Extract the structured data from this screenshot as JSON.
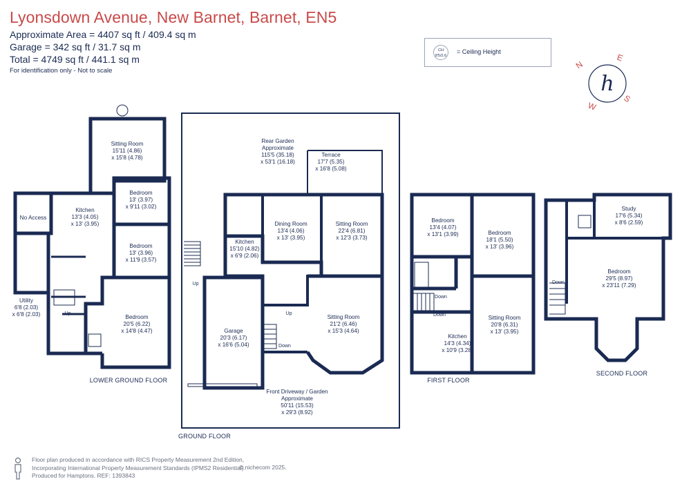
{
  "header": {
    "title": "Lyonsdown Avenue, New Barnet, Barnet, EN5",
    "area_main": "Approximate Area = 4407 sq ft / 409.4 sq m",
    "area_garage": "Garage = 342 sq ft / 31.7 sq m",
    "area_total": "Total = 4749 sq ft / 441.1 sq m",
    "note": "For identification only - Not to scale"
  },
  "legend": {
    "symbol_line1": "CH",
    "symbol_line2": "8'5/2.6",
    "label": "= Ceiling Height"
  },
  "compass": {
    "n": "N",
    "e": "E",
    "s": "S",
    "w": "W",
    "logo": "h"
  },
  "floors": {
    "lower_ground": "LOWER GROUND FLOOR",
    "ground": "GROUND FLOOR",
    "first": "FIRST FLOOR",
    "second": "SECOND FLOOR"
  },
  "rooms": {
    "lg_sitting": [
      "Sitting Room",
      "15'11 (4.86)",
      "x 15'8 (4.78)"
    ],
    "lg_no_access": [
      "No Access"
    ],
    "lg_kitchen": [
      "Kitchen",
      "13'3 (4.05)",
      "x 13' (3.95)"
    ],
    "lg_bed1": [
      "Bedroom",
      "13' (3.97)",
      "x 9'11 (3.02)"
    ],
    "lg_bed2": [
      "Bedroom",
      "13' (3.96)",
      "x 11'9 (3.57)"
    ],
    "lg_bed3": [
      "Bedroom",
      "20'5 (6.22)",
      "x 14'8 (4.47)"
    ],
    "lg_utility": [
      "Utility",
      "6'8 (2.03)",
      "x 6'8 (2.03)"
    ],
    "g_rear_garden": [
      "Rear Garden",
      "Approximate",
      "115'5 (35.18)",
      "x 53'1 (16.18)"
    ],
    "g_terrace": [
      "Terrace",
      "17'7 (5.35)",
      "x 16'8 (5.08)"
    ],
    "g_dining": [
      "Dining Room",
      "13'4 (4.06)",
      "x 13' (3.95)"
    ],
    "g_sitting1": [
      "Sitting Room",
      "22'4 (6.81)",
      "x 12'3 (3.73)"
    ],
    "g_kitchen": [
      "Kitchen",
      "15'10 (4.82)",
      "x 6'9 (2.06)"
    ],
    "g_garage": [
      "Garage",
      "20'3 (6.17)",
      "x 16'6 (5.04)"
    ],
    "g_sitting2": [
      "Sitting Room",
      "21'2 (6.46)",
      "x 15'3 (4.64)"
    ],
    "g_front": [
      "Front Driveway / Garden",
      "Approximate",
      "50'11 (15.53)",
      "x 29'3 (8.92)"
    ],
    "f_bed1": [
      "Bedroom",
      "13'4 (4.07)",
      "x 13'1 (3.99)"
    ],
    "f_bed2": [
      "Bedroom",
      "18'1 (5.50)",
      "x 13' (3.96)"
    ],
    "f_sitting": [
      "Sitting Room",
      "20'8 (6.31)",
      "x 13' (3.95)"
    ],
    "f_kitchen": [
      "Kitchen",
      "14'3 (4.34)",
      "x 10'9 (3.28)"
    ],
    "s_study": [
      "Study",
      "17'6 (5.34)",
      "x 8'6 (2.59)"
    ],
    "s_bed": [
      "Bedroom",
      "29'5 (8.97)",
      "x 23'11 (7.29)"
    ]
  },
  "stairs": {
    "up": "Up",
    "down": "Down"
  },
  "footer": {
    "line1": "Floor plan produced in accordance with RICS Property Measurement 2nd Edition,",
    "line2": "Incorporating International Property Measurement Standards (IPMS2 Residential).",
    "line3": "Produced for Hamptons.   REF: 1393843",
    "copyright": "© nichecom 2025."
  },
  "colors": {
    "wall": "#1a2a52",
    "title": "#c94a4a",
    "compass": "#c94a4a"
  }
}
